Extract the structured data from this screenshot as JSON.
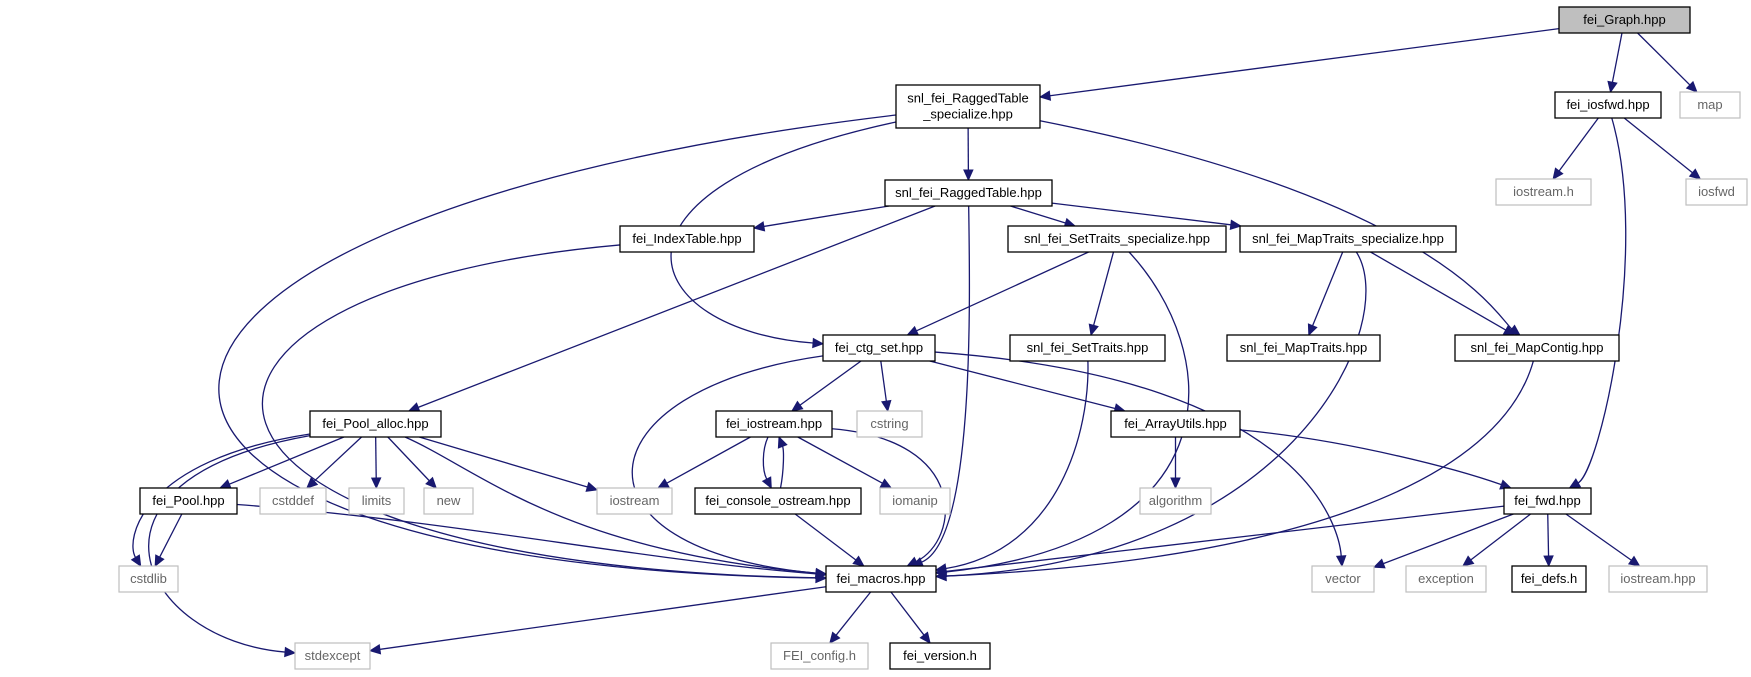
{
  "colors": {
    "edge": "#191970",
    "root_fill": "#bfbfbf",
    "external_border": "#bfbfbf",
    "external_text": "#666666"
  },
  "nodes": {
    "fei_graph": {
      "label": [
        "fei_Graph.hpp"
      ],
      "kind": "root"
    },
    "ragged_spec": {
      "label": [
        "snl_fei_RaggedTable",
        "_specialize.hpp"
      ],
      "kind": "file"
    },
    "fei_iosfwd": {
      "label": [
        "fei_iosfwd.hpp"
      ],
      "kind": "file"
    },
    "map": {
      "label": [
        "map"
      ],
      "kind": "external"
    },
    "iostream_h": {
      "label": [
        "iostream.h"
      ],
      "kind": "external"
    },
    "iosfwd": {
      "label": [
        "iosfwd"
      ],
      "kind": "external"
    },
    "ragged": {
      "label": [
        "snl_fei_RaggedTable.hpp"
      ],
      "kind": "file"
    },
    "indextable": {
      "label": [
        "fei_IndexTable.hpp"
      ],
      "kind": "file"
    },
    "settraits_spec": {
      "label": [
        "snl_fei_SetTraits_specialize.hpp"
      ],
      "kind": "file"
    },
    "maptraits_spec": {
      "label": [
        "snl_fei_MapTraits_specialize.hpp"
      ],
      "kind": "file"
    },
    "ctg_set": {
      "label": [
        "fei_ctg_set.hpp"
      ],
      "kind": "file"
    },
    "settraits": {
      "label": [
        "snl_fei_SetTraits.hpp"
      ],
      "kind": "file"
    },
    "maptraits": {
      "label": [
        "snl_fei_MapTraits.hpp"
      ],
      "kind": "file"
    },
    "mapcontig": {
      "label": [
        "snl_fei_MapContig.hpp"
      ],
      "kind": "file"
    },
    "pool_alloc": {
      "label": [
        "fei_Pool_alloc.hpp"
      ],
      "kind": "file"
    },
    "fei_iostream": {
      "label": [
        "fei_iostream.hpp"
      ],
      "kind": "file"
    },
    "cstring": {
      "label": [
        "cstring"
      ],
      "kind": "external"
    },
    "arrayutils": {
      "label": [
        "fei_ArrayUtils.hpp"
      ],
      "kind": "file"
    },
    "fei_pool": {
      "label": [
        "fei_Pool.hpp"
      ],
      "kind": "file"
    },
    "cstddef": {
      "label": [
        "cstddef"
      ],
      "kind": "external"
    },
    "limits": {
      "label": [
        "limits"
      ],
      "kind": "external"
    },
    "new": {
      "label": [
        "new"
      ],
      "kind": "external"
    },
    "iostream": {
      "label": [
        "iostream"
      ],
      "kind": "external"
    },
    "console_ostream": {
      "label": [
        "fei_console_ostream.hpp"
      ],
      "kind": "file"
    },
    "iomanip": {
      "label": [
        "iomanip"
      ],
      "kind": "external"
    },
    "algorithm": {
      "label": [
        "algorithm"
      ],
      "kind": "external"
    },
    "fei_fwd": {
      "label": [
        "fei_fwd.hpp"
      ],
      "kind": "file"
    },
    "cstdlib": {
      "label": [
        "cstdlib"
      ],
      "kind": "external"
    },
    "fei_macros": {
      "label": [
        "fei_macros.hpp"
      ],
      "kind": "file"
    },
    "vector": {
      "label": [
        "vector"
      ],
      "kind": "external"
    },
    "exception": {
      "label": [
        "exception"
      ],
      "kind": "external"
    },
    "fei_defs": {
      "label": [
        "fei_defs.h"
      ],
      "kind": "file"
    },
    "iostream_hpp": {
      "label": [
        "iostream.hpp"
      ],
      "kind": "external"
    },
    "stdexcept": {
      "label": [
        "stdexcept"
      ],
      "kind": "external"
    },
    "fei_config": {
      "label": [
        "FEI_config.h"
      ],
      "kind": "external"
    },
    "fei_version": {
      "label": [
        "fei_version.h"
      ],
      "kind": "file"
    }
  },
  "edges": [
    [
      "fei_graph",
      "ragged_spec"
    ],
    [
      "fei_graph",
      "fei_iosfwd"
    ],
    [
      "fei_graph",
      "map"
    ],
    [
      "fei_iosfwd",
      "iostream_h"
    ],
    [
      "fei_iosfwd",
      "iosfwd"
    ],
    [
      "fei_iosfwd",
      "fei_fwd"
    ],
    [
      "ragged_spec",
      "ragged"
    ],
    [
      "ragged_spec",
      "ctg_set"
    ],
    [
      "ragged_spec",
      "mapcontig"
    ],
    [
      "ragged_spec",
      "fei_macros"
    ],
    [
      "ragged",
      "indextable"
    ],
    [
      "ragged",
      "settraits_spec"
    ],
    [
      "ragged",
      "maptraits_spec"
    ],
    [
      "ragged",
      "pool_alloc"
    ],
    [
      "ragged",
      "fei_macros"
    ],
    [
      "indextable",
      "fei_macros"
    ],
    [
      "settraits_spec",
      "ctg_set"
    ],
    [
      "settraits_spec",
      "settraits"
    ],
    [
      "settraits_spec",
      "fei_macros"
    ],
    [
      "maptraits_spec",
      "maptraits"
    ],
    [
      "maptraits_spec",
      "mapcontig"
    ],
    [
      "maptraits_spec",
      "fei_macros"
    ],
    [
      "ctg_set",
      "fei_iostream"
    ],
    [
      "ctg_set",
      "cstring"
    ],
    [
      "ctg_set",
      "arrayutils"
    ],
    [
      "ctg_set",
      "vector"
    ],
    [
      "ctg_set",
      "fei_macros"
    ],
    [
      "settraits",
      "fei_macros"
    ],
    [
      "mapcontig",
      "fei_macros"
    ],
    [
      "pool_alloc",
      "fei_pool"
    ],
    [
      "pool_alloc",
      "cstddef"
    ],
    [
      "pool_alloc",
      "limits"
    ],
    [
      "pool_alloc",
      "new"
    ],
    [
      "pool_alloc",
      "iostream"
    ],
    [
      "pool_alloc",
      "fei_macros"
    ],
    [
      "pool_alloc",
      "cstdlib"
    ],
    [
      "pool_alloc",
      "stdexcept"
    ],
    [
      "fei_pool",
      "cstdlib"
    ],
    [
      "fei_pool",
      "fei_macros"
    ],
    [
      "fei_iostream",
      "iostream"
    ],
    [
      "fei_iostream",
      "console_ostream"
    ],
    [
      "fei_iostream",
      "iomanip"
    ],
    [
      "fei_iostream",
      "fei_macros"
    ],
    [
      "console_ostream",
      "fei_iostream"
    ],
    [
      "console_ostream",
      "fei_macros"
    ],
    [
      "arrayutils",
      "algorithm"
    ],
    [
      "arrayutils",
      "fei_fwd"
    ],
    [
      "fei_fwd",
      "fei_macros"
    ],
    [
      "fei_fwd",
      "vector"
    ],
    [
      "fei_fwd",
      "exception"
    ],
    [
      "fei_fwd",
      "fei_defs"
    ],
    [
      "fei_fwd",
      "iostream_hpp"
    ],
    [
      "fei_macros",
      "stdexcept"
    ],
    [
      "fei_macros",
      "fei_config"
    ],
    [
      "fei_macros",
      "fei_version"
    ]
  ]
}
